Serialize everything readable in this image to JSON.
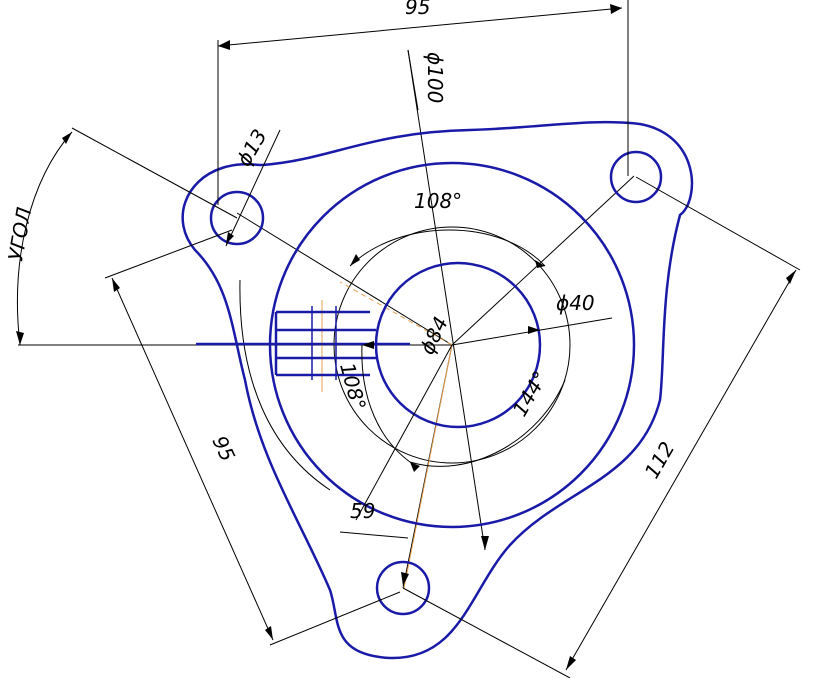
{
  "drawing": {
    "labels": {
      "overall_width": "95",
      "outer_circle_dia": "ϕ100",
      "hole_dia": "ϕ13",
      "angle_name": "УГОЛ",
      "angle_top": "108°",
      "angle_left": "108°",
      "angle_right": "144°",
      "bore_dia": "ϕ40",
      "pitch_dia": "ϕ84",
      "left_side": "95",
      "right_side": "112",
      "offset": "59"
    },
    "colors": {
      "outline": "#1a1aa8",
      "dimension": "#000000",
      "axis": "#e8a050",
      "background": "#ffffff"
    }
  }
}
